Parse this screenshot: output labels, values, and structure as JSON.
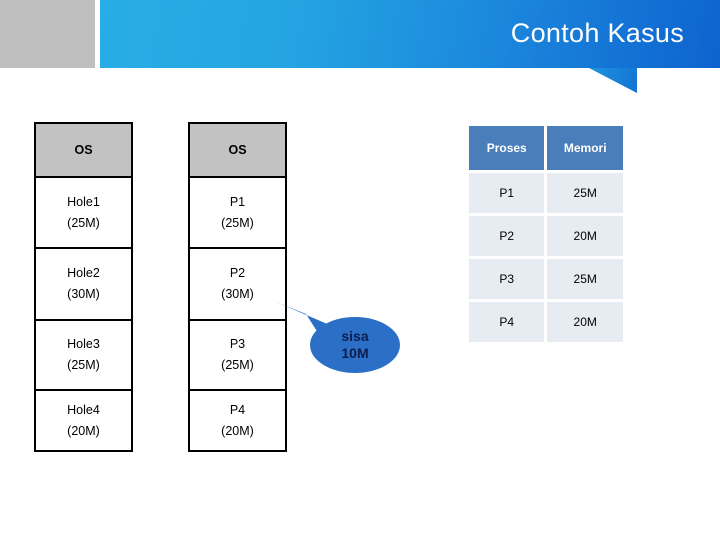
{
  "header": {
    "title": "Contoh Kasus",
    "accent_left": "#29ADE6",
    "accent_right": "#0E63CF",
    "grey_block": "#bfbfbf"
  },
  "memory_columns": [
    {
      "id": "holes-column",
      "cells": [
        {
          "name": "OS",
          "size": ""
        },
        {
          "name": "Hole1",
          "size": "(25M)"
        },
        {
          "name": "Hole2",
          "size": "(30M)"
        },
        {
          "name": "Hole3",
          "size": "(25M)"
        },
        {
          "name": "Hole4",
          "size": "(20M)"
        }
      ]
    },
    {
      "id": "processes-column",
      "cells": [
        {
          "name": "OS",
          "size": ""
        },
        {
          "name": "P1",
          "size": "(25M)"
        },
        {
          "name": "P2",
          "size": "(30M)"
        },
        {
          "name": "P3",
          "size": "(25M)"
        },
        {
          "name": "P4",
          "size": "(20M)"
        }
      ]
    }
  ],
  "callout": {
    "line1": "sisa",
    "line2": "10M",
    "fill": "#2B6FC6",
    "text_color": "#0C1E50"
  },
  "process_table": {
    "headers": [
      "Proses",
      "Memori"
    ],
    "header_fill": "#4A7EBB",
    "row_fill": "#E7ECF3",
    "rows": [
      {
        "proses": "P1",
        "memori": "25M"
      },
      {
        "proses": "P2",
        "memori": "20M"
      },
      {
        "proses": "P3",
        "memori": "25M"
      },
      {
        "proses": "P4",
        "memori": "20M"
      }
    ]
  }
}
